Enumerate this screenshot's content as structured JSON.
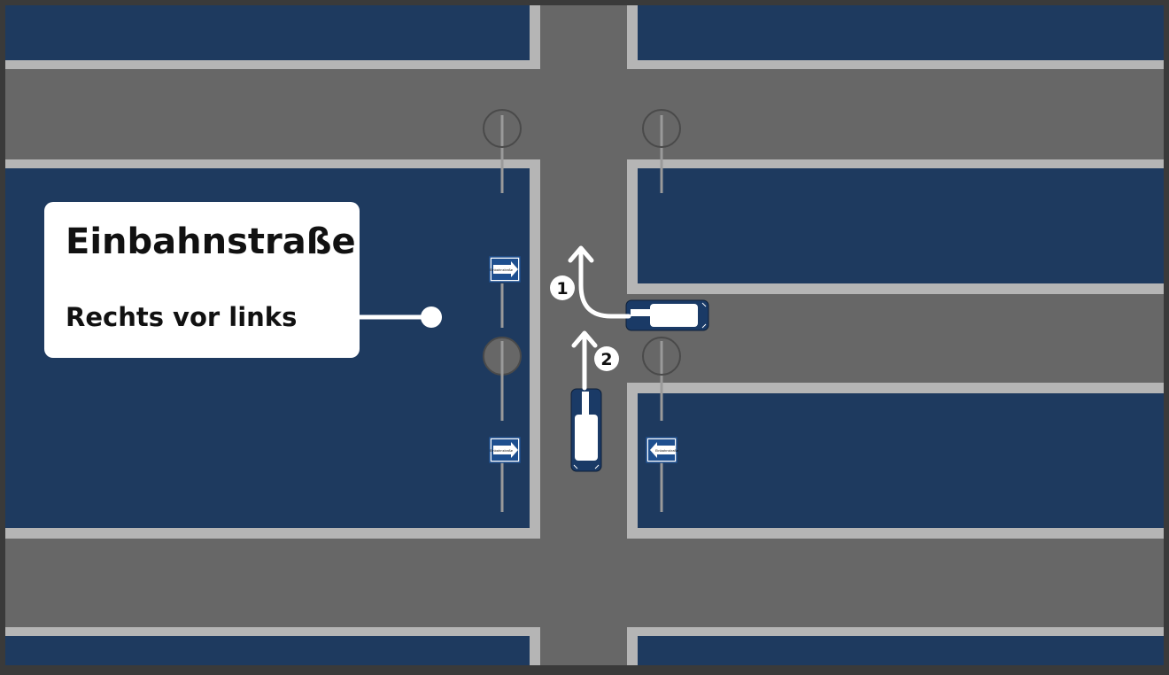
{
  "caption": {
    "title": "Einbahnstraße",
    "rule": "Rechts vor links"
  },
  "signs": {
    "one_way_text": "Einbahnstraße"
  },
  "maneuvers": [
    {
      "number": "1"
    },
    {
      "number": "2"
    }
  ],
  "colors": {
    "road": "#676767",
    "block": "#1e3a5f",
    "curb": "#b5b5b5",
    "frame": "#3a3a3a",
    "sign_blue": "#1e4f8f",
    "car_body": "#1a3a66"
  }
}
